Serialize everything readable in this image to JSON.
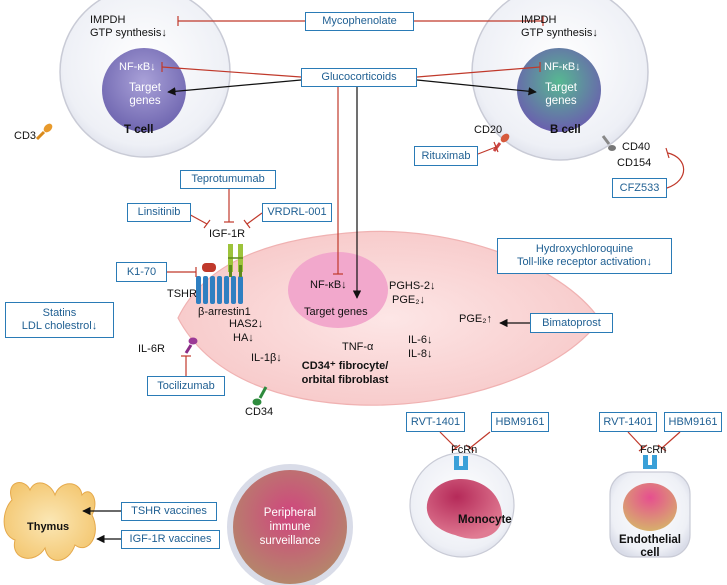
{
  "colors": {
    "drug_box_border": "#2a7bb6",
    "drug_box_text": "#1f5f92",
    "inhibit_line": "#c0392b",
    "fibroblast_fill": "#fbd7d7",
    "nucleus_fill": "#f2a8cc"
  },
  "drugs": {
    "mycophenolate": "Mycophenolate",
    "glucocorticoids": "Glucocorticoids",
    "rituximab": "Rituximab",
    "cfz533": "CFZ533",
    "teprotumumab": "Teprotumumab",
    "linsitinib": "Linsitinib",
    "vrdrl001": "VRDRL-001",
    "k170": "K1-70",
    "statins_line1": "Statins",
    "statins_line2": "LDL cholestrol↓",
    "hcq_line1": "Hydroxychloroquine",
    "hcq_line2": "Toll-like receptor activation↓",
    "bimatoprost": "Bimatoprost",
    "tocilizumab": "Tocilizumab",
    "rvt1401": "RVT-1401",
    "hbm9161": "HBM9161",
    "tshr_vaccines": "TSHR vaccines",
    "igf1r_vaccines": "IGF-1R vaccines"
  },
  "tcell": {
    "impdh": "IMPDH",
    "gtp": "GTP synthesis↓",
    "nfkb": "NF-κB↓",
    "target": "Target genes",
    "cd3": "CD3",
    "label": "T cell"
  },
  "bcell": {
    "impdh": "IMPDH",
    "gtp": "GTP synthesis↓",
    "nfkb": "NF-κB↓",
    "target": "Target genes",
    "cd20": "CD20",
    "cd40": "CD40",
    "cd154": "CD154",
    "label": "B cell"
  },
  "fibroblast": {
    "igf1r": "IGF-1R",
    "tshr": "TSHR",
    "barrestin": "β-arrestin1",
    "il6r": "IL-6R",
    "has2": "HAS2↓",
    "ha": "HA↓",
    "il1b": "IL-1β↓",
    "nfkb": "NF-κB↓",
    "target": "Target genes",
    "tnfa": "TNF-α",
    "pghs2": "PGHS-2↓",
    "pge2_down": "PGE₂↓",
    "il6": "IL-6↓",
    "il8": "IL-8↓",
    "pge2_up": "PGE₂↑",
    "label_line1": "CD34⁺ fibrocyte/",
    "label_line2": "orbital fibroblast",
    "cd34": "CD34"
  },
  "fcrn": {
    "monocyte_receptor": "FcRn",
    "monocyte_label": "Monocyte",
    "endothelial_receptor": "FcRn",
    "endothelial_label_line1": "Endothelial",
    "endothelial_label_line2": "cell"
  },
  "bottom": {
    "thymus": "Thymus",
    "peripheral_line1": "Peripheral",
    "peripheral_line2": "immune",
    "peripheral_line3": "surveillance"
  }
}
